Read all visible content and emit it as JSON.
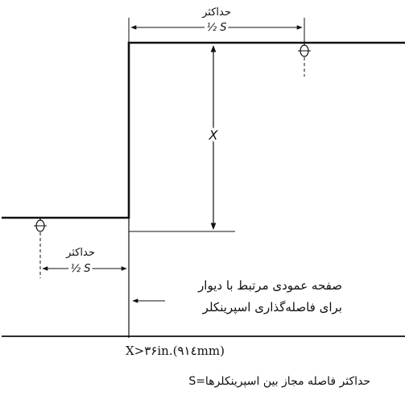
{
  "top_dimension": {
    "label": "حداکثر",
    "value": "½ S"
  },
  "bottom_dimension": {
    "label": "حداکثر",
    "value": "½ S"
  },
  "vertical_dimension": {
    "label": "X"
  },
  "annotation": {
    "line1": "صفحه عمودی مرتبط با دیوار",
    "line2": "برای فاصله‌گذاری اسپرینکلر"
  },
  "condition_text": "X>۳۶in.(۹۱٤mm)",
  "footnote": "حداکثر فاصله مجاز بین اسپرینکلرها=S"
}
